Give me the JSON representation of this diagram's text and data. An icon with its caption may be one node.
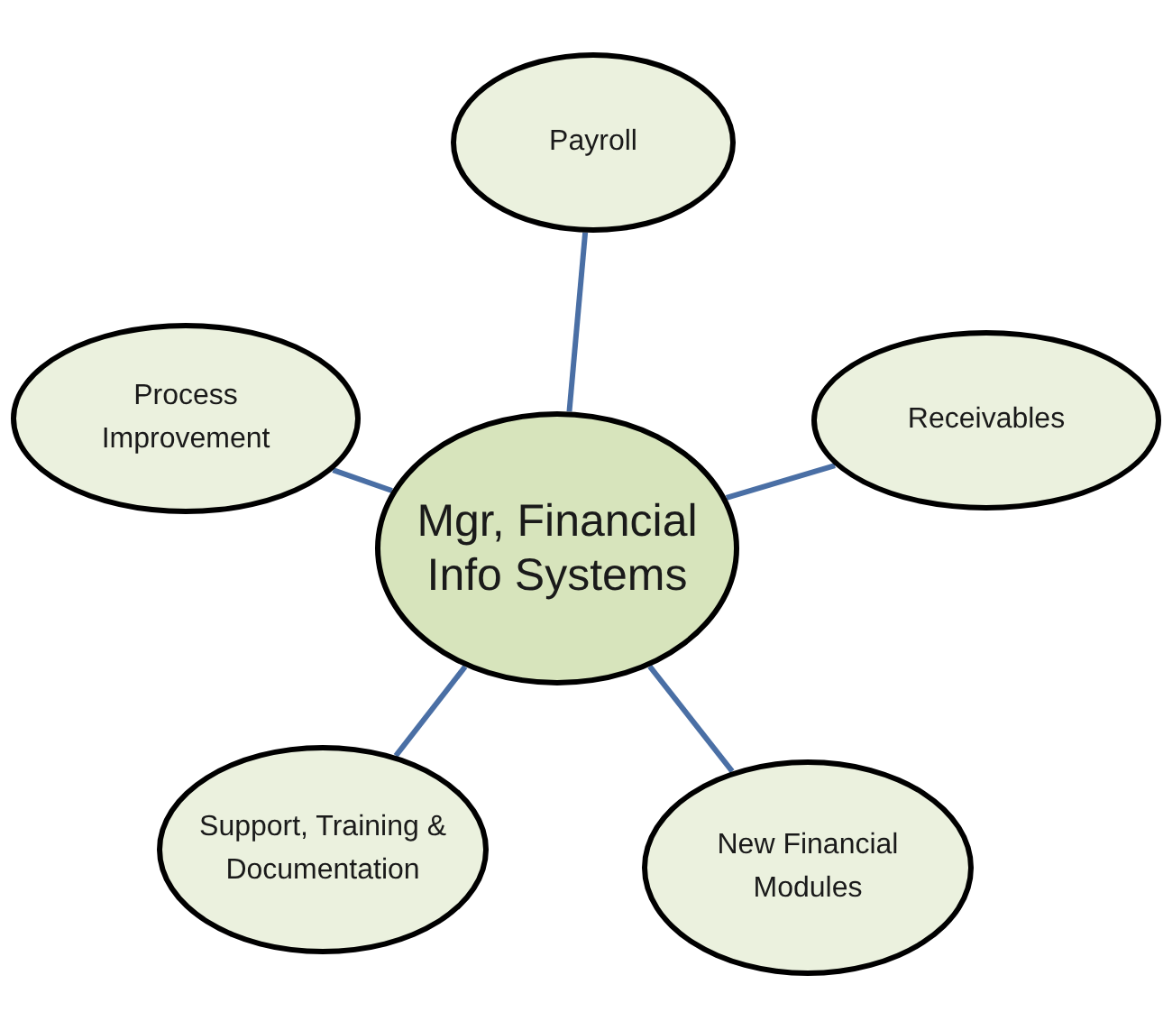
{
  "diagram": {
    "nodes": [
      {
        "text": [
          "Payroll"
        ]
      },
      {
        "text": [
          "Process Improvement"
        ]
      },
      {
        "text": [
          "Receivables"
        ]
      },
      {
        "text": [
          "Mgr, Financial Info Systems"
        ]
      },
      {
        "text": [
          "Support, Training & Documentation"
        ]
      },
      {
        "text": [
          "New Financial Modules"
        ]
      }
    ],
    "edges": [
      {
        "from": 3,
        "to": 0,
        "arrow": "none"
      },
      {
        "from": 3,
        "to": 1,
        "arrow": "none"
      },
      {
        "from": 3,
        "to": 2,
        "arrow": "none"
      },
      {
        "from": 3,
        "to": 4,
        "arrow": "none"
      },
      {
        "from": 3,
        "to": 5,
        "arrow": "none"
      }
    ]
  }
}
